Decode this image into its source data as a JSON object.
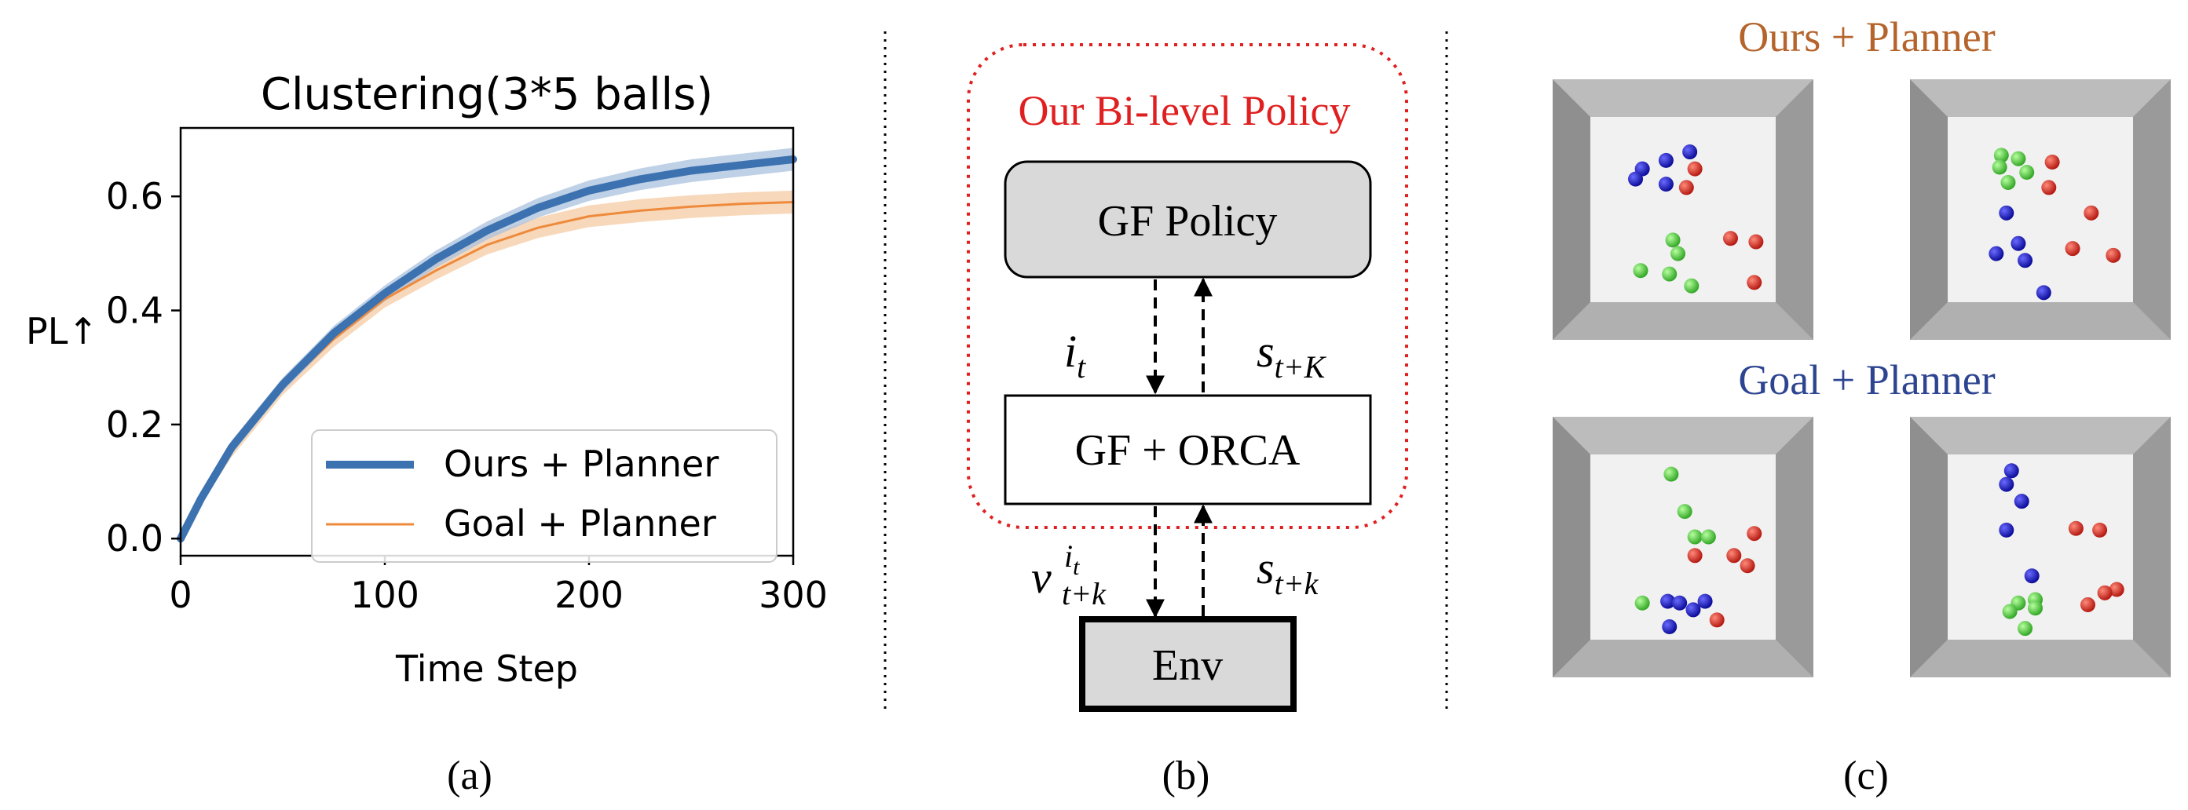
{
  "panel_a": {
    "caption": "(a)",
    "chart_data": {
      "type": "line",
      "title": "Clustering(3*5 balls)",
      "xlabel": "Time Step",
      "ylabel": "PL↑",
      "xlim": [
        0,
        300
      ],
      "ylim": [
        -0.03,
        0.72
      ],
      "xticks": [
        0,
        100,
        200,
        300
      ],
      "yticks": [
        0.0,
        0.2,
        0.4,
        0.6
      ],
      "xtick_labels": [
        "0",
        "100",
        "200",
        "300"
      ],
      "ytick_labels": [
        "0.0",
        "0.2",
        "0.4",
        "0.6"
      ],
      "legend_position": "lower-right",
      "series": [
        {
          "name": "Ours + Planner",
          "color": "#3d72b0",
          "band_color": "#a9c1de",
          "x": [
            0,
            10,
            25,
            50,
            75,
            100,
            125,
            150,
            175,
            200,
            225,
            250,
            275,
            300
          ],
          "y": [
            0.0,
            0.07,
            0.16,
            0.27,
            0.36,
            0.43,
            0.49,
            0.54,
            0.58,
            0.61,
            0.63,
            0.645,
            0.655,
            0.665
          ],
          "band": [
            0.0,
            0.01,
            0.012,
            0.012,
            0.013,
            0.014,
            0.015,
            0.016,
            0.017,
            0.018,
            0.019,
            0.02,
            0.02,
            0.02
          ]
        },
        {
          "name": "Goal + Planner",
          "color": "#ee8a3c",
          "band_color": "#f6cba3",
          "x": [
            0,
            10,
            25,
            50,
            75,
            100,
            125,
            150,
            175,
            200,
            225,
            250,
            275,
            300
          ],
          "y": [
            0.0,
            0.07,
            0.155,
            0.265,
            0.35,
            0.42,
            0.47,
            0.515,
            0.545,
            0.565,
            0.575,
            0.582,
            0.587,
            0.59
          ],
          "band": [
            0.0,
            0.01,
            0.012,
            0.013,
            0.014,
            0.015,
            0.016,
            0.017,
            0.018,
            0.019,
            0.02,
            0.02,
            0.02,
            0.02
          ]
        }
      ]
    }
  },
  "panel_b": {
    "caption": "(b)",
    "policy_label": "Our Bi-level Policy",
    "gf_policy": "GF Policy",
    "gf_orca": "GF + ORCA",
    "env": "Env",
    "labels": {
      "i_t": "i",
      "i_t_sub": "t",
      "s_tK": "s",
      "s_tK_sub": "t+K",
      "v": "v",
      "v_sup": "i",
      "v_sup_sub": "t",
      "v_sub": "t+k",
      "s_tk": "s",
      "s_tk_sub": "t+k"
    },
    "colors": {
      "policy": "#e02020",
      "box_fill": "#d9d9d9"
    }
  },
  "panel_c": {
    "caption": "(c)",
    "ours_title": "Ours + Planner",
    "goal_title": "Goal + Planner",
    "colors": {
      "ours": "#b5642b",
      "goal": "#2d4591",
      "red_ball": "#d62a1e",
      "green_ball": "#4ccc3a",
      "blue_ball": "#1c1ccc"
    },
    "scenes": [
      {
        "red": [
          [
            0.57,
            0.26
          ],
          [
            0.52,
            0.37
          ],
          [
            0.78,
            0.67
          ],
          [
            0.93,
            0.69
          ],
          [
            0.92,
            0.93
          ]
        ],
        "green": [
          [
            0.44,
            0.68
          ],
          [
            0.47,
            0.76
          ],
          [
            0.25,
            0.86
          ],
          [
            0.42,
            0.88
          ],
          [
            0.55,
            0.95
          ]
        ],
        "blue": [
          [
            0.54,
            0.16
          ],
          [
            0.4,
            0.21
          ],
          [
            0.26,
            0.26
          ],
          [
            0.22,
            0.32
          ],
          [
            0.4,
            0.35
          ]
        ]
      },
      {
        "red": [
          [
            0.57,
            0.22
          ],
          [
            0.55,
            0.37
          ],
          [
            0.8,
            0.52
          ],
          [
            0.69,
            0.73
          ],
          [
            0.93,
            0.77
          ]
        ],
        "green": [
          [
            0.27,
            0.18
          ],
          [
            0.37,
            0.2
          ],
          [
            0.26,
            0.25
          ],
          [
            0.42,
            0.28
          ],
          [
            0.31,
            0.34
          ]
        ],
        "blue": [
          [
            0.3,
            0.52
          ],
          [
            0.37,
            0.7
          ],
          [
            0.24,
            0.76
          ],
          [
            0.41,
            0.8
          ],
          [
            0.52,
            0.99
          ]
        ]
      },
      {
        "red": [
          [
            0.92,
            0.42
          ],
          [
            0.8,
            0.55
          ],
          [
            0.57,
            0.55
          ],
          [
            0.88,
            0.61
          ],
          [
            0.7,
            0.93
          ]
        ],
        "green": [
          [
            0.43,
            0.07
          ],
          [
            0.51,
            0.29
          ],
          [
            0.57,
            0.44
          ],
          [
            0.65,
            0.44
          ],
          [
            0.26,
            0.83
          ]
        ],
        "blue": [
          [
            0.41,
            0.82
          ],
          [
            0.48,
            0.83
          ],
          [
            0.63,
            0.82
          ],
          [
            0.56,
            0.87
          ],
          [
            0.42,
            0.97
          ]
        ]
      },
      {
        "red": [
          [
            0.71,
            0.39
          ],
          [
            0.85,
            0.4
          ],
          [
            0.95,
            0.75
          ],
          [
            0.88,
            0.77
          ],
          [
            0.78,
            0.84
          ]
        ],
        "green": [
          [
            0.47,
            0.81
          ],
          [
            0.37,
            0.83
          ],
          [
            0.47,
            0.86
          ],
          [
            0.32,
            0.88
          ],
          [
            0.41,
            0.98
          ]
        ],
        "blue": [
          [
            0.33,
            0.05
          ],
          [
            0.3,
            0.13
          ],
          [
            0.39,
            0.23
          ],
          [
            0.3,
            0.4
          ],
          [
            0.45,
            0.67
          ]
        ]
      }
    ]
  }
}
